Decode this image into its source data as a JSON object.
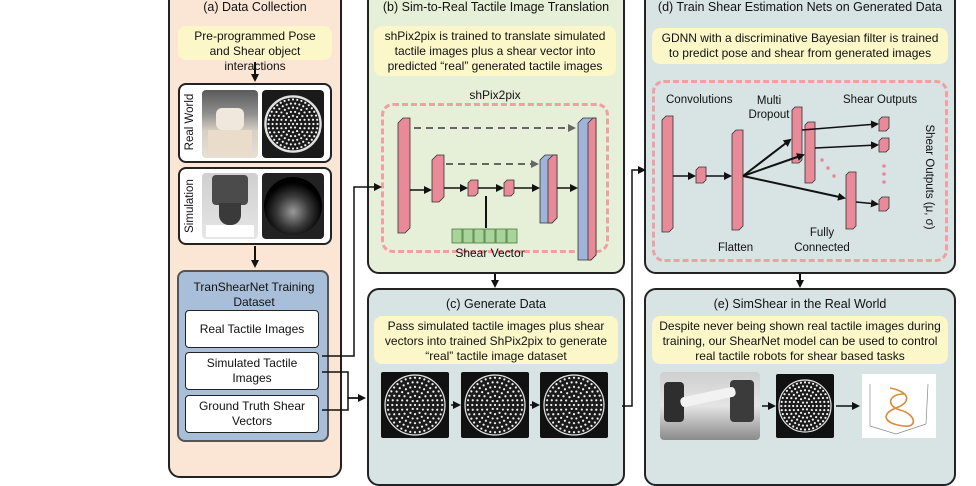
{
  "panel_a": {
    "title": "(a) Data Collection",
    "note": "Pre-programmed Pose and Shear object interactions",
    "real_world_label": "Real World",
    "simulation_label": "Simulation",
    "dataset_title": "TranShearNet Training Dataset",
    "items": [
      "Real Tactile Images",
      "Simulated Tactile Images",
      "Ground Truth Shear Vectors"
    ]
  },
  "panel_b": {
    "title": "(b) Sim-to-Real Tactile Image Translation",
    "note": "shPix2pix is trained to translate simulated tactile images plus a shear vector into predicted “real” generated tactile images",
    "net_label": "shPix2pix",
    "vector_label": "Shear Vector"
  },
  "panel_c": {
    "title": "(c) Generate Data",
    "note": "Pass simulated tactile images plus shear vectors into trained ShPix2pix to generate “real” tactile image dataset"
  },
  "panel_d": {
    "title": "(d) Train Shear Estimation Nets on Generated Data",
    "note": "GDNN with a discriminative Bayesian filter is trained to predict pose and shear from generated images",
    "convolutions": "Convolutions",
    "multi_dropout": "Multi Dropout",
    "shear_outputs": "Shear Outputs",
    "shear_outputs_side": "Shear Outputs (μ, σ)",
    "flatten": "Flatten",
    "fully_connected": "Fully Connected"
  },
  "panel_e": {
    "title": "(e) SimShear in the Real World",
    "note": "Despite never being shown real tactile images during training, our ShearNet model can be used to control real tactile robots for shear based tasks"
  },
  "colors": {
    "panel_a_bg": "#fbe6d6",
    "panel_b_bg": "#e6f0d8",
    "panel_c_bg": "#d8e3e4",
    "panel_d_bg": "#d8e3e4",
    "panel_e_bg": "#d8e3e4",
    "dataset_bg": "#a9bfd9",
    "note_bg": "#fbf7c9",
    "pink_layer": "#e88a98",
    "blue_layer": "#9fb4d8",
    "green_vector": "#a8d39a",
    "dashed_border": "#f0a0a0"
  }
}
